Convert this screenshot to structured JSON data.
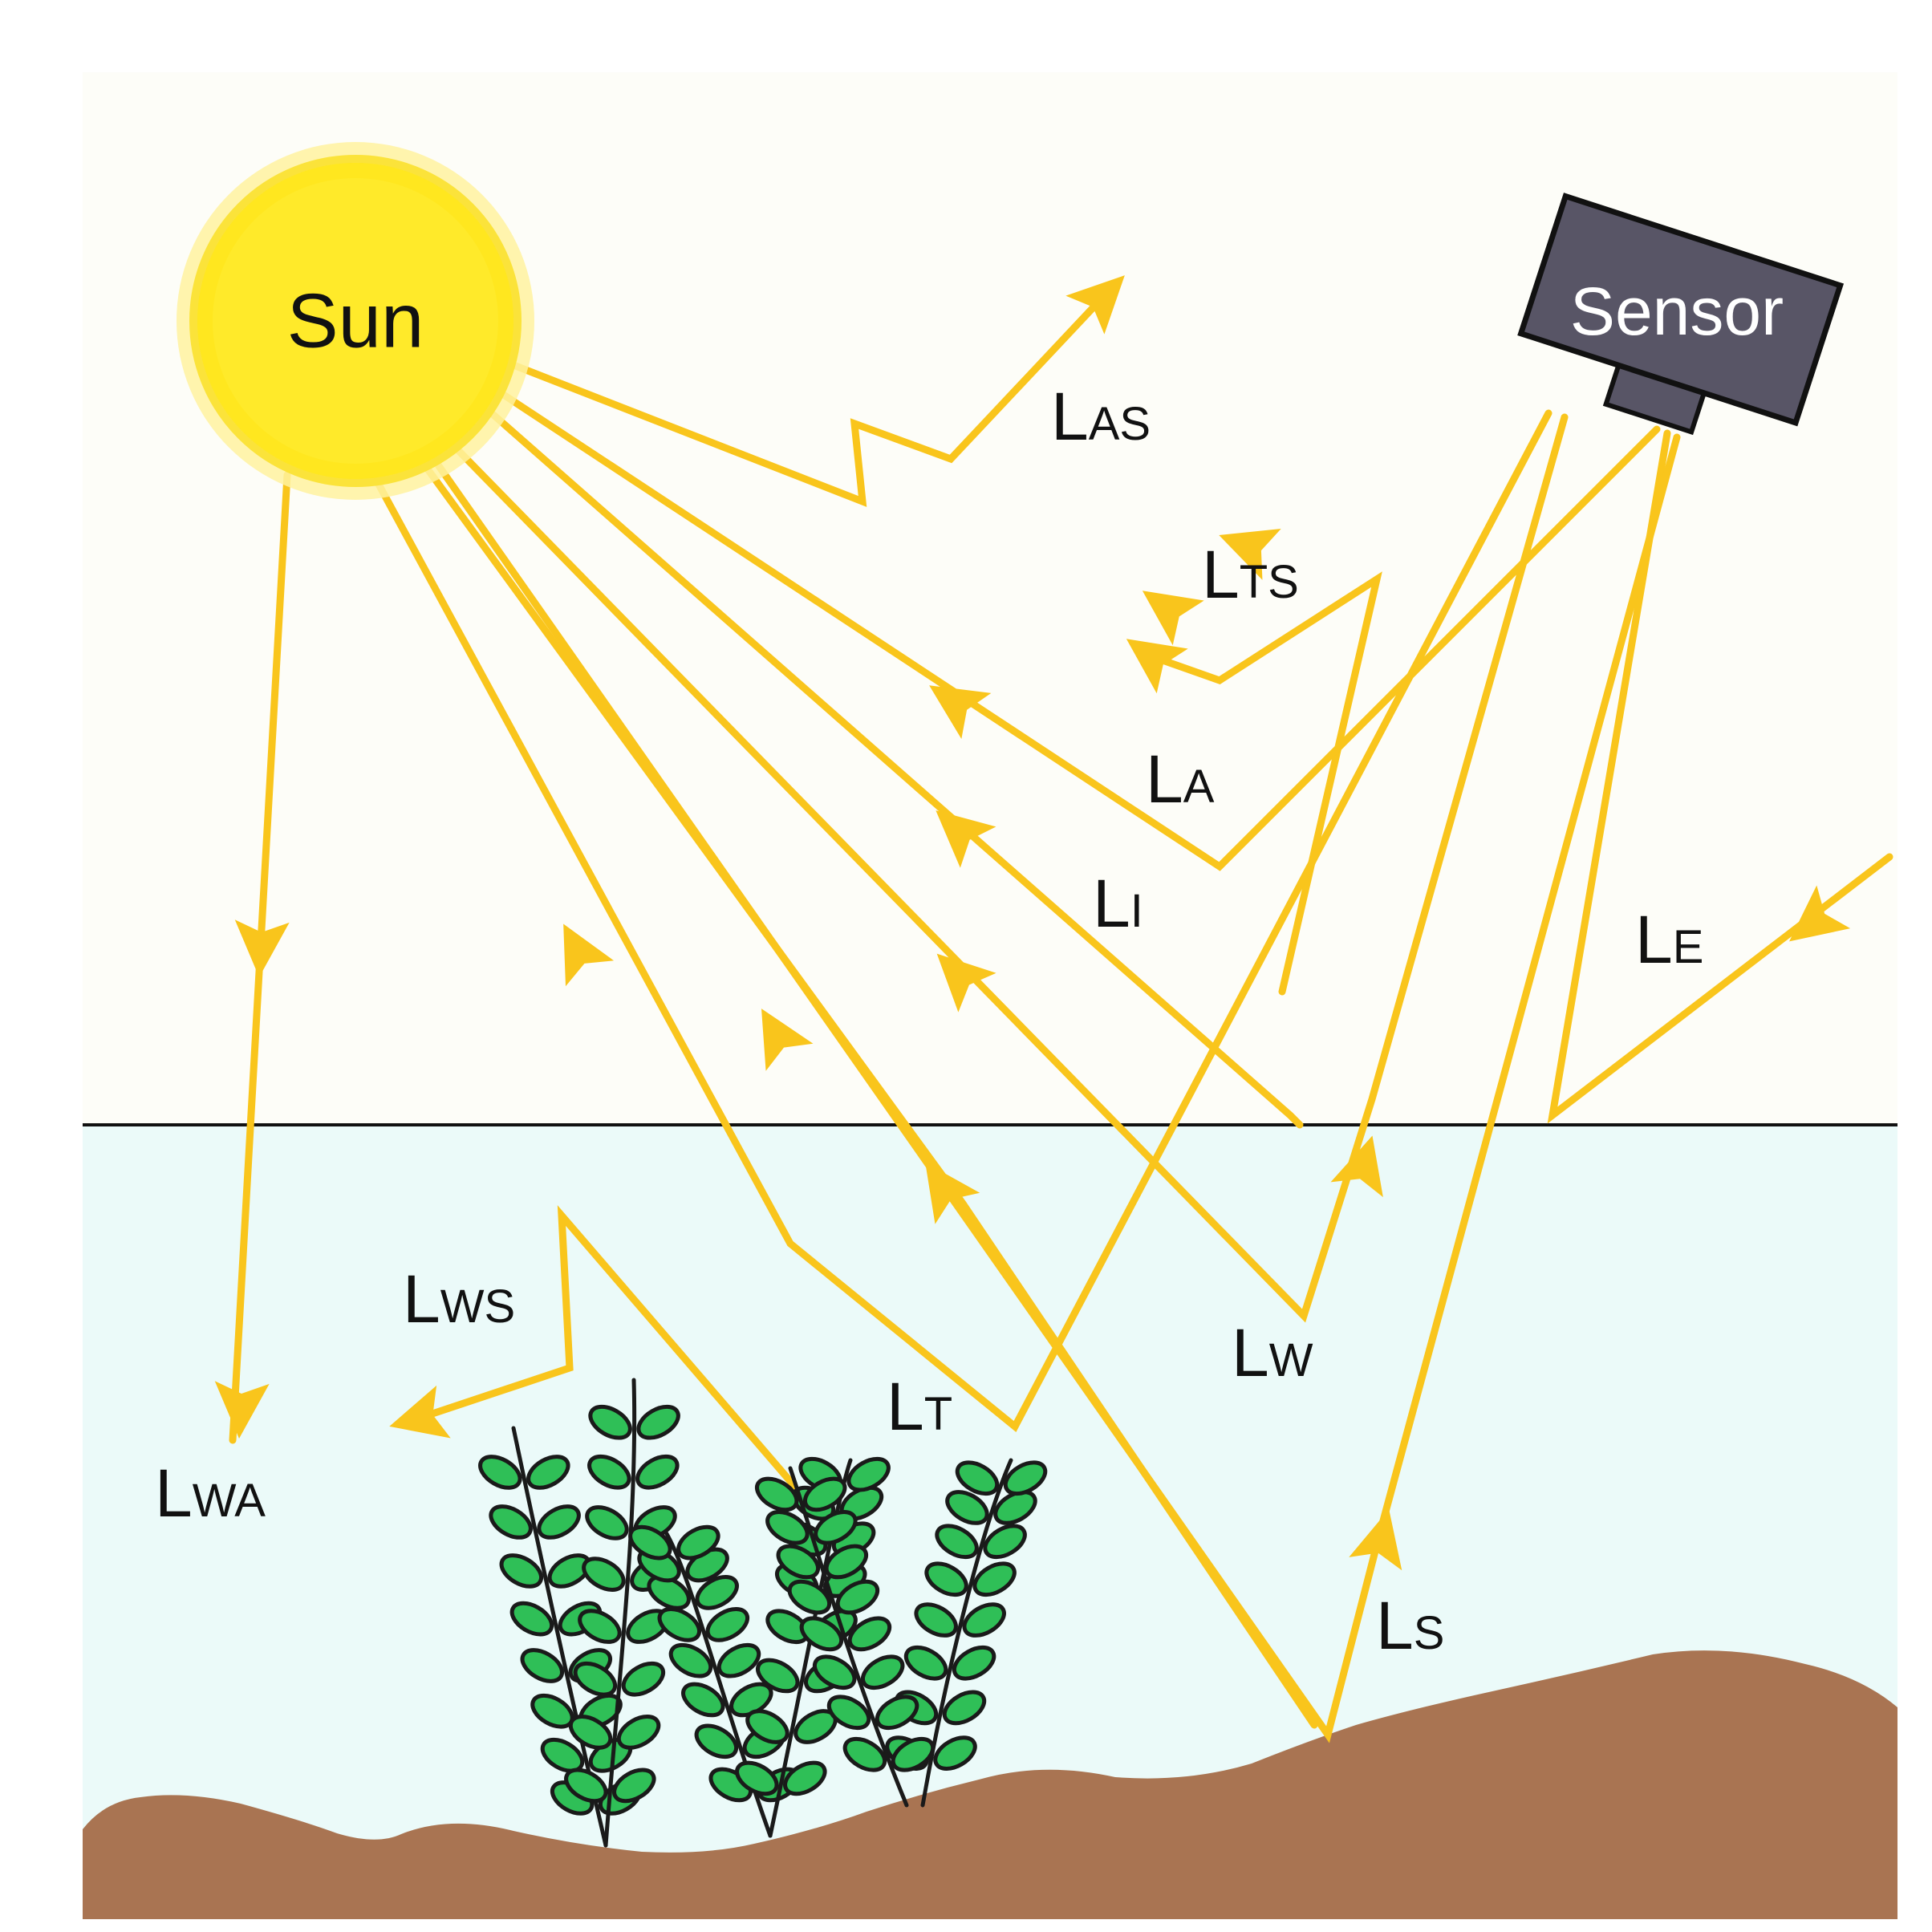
{
  "colors": {
    "sky": "#fdfdf8",
    "water": "#ebfaf9",
    "sediment": "#a97452",
    "ray": "#f9c51c",
    "sun_core": "#ffe71f",
    "sun_glow": "#fff2a0",
    "sensor_body": "#585566",
    "leaf": "#2fbf57",
    "stem": "#1a1a1a",
    "water_line": "#111111"
  },
  "objects": {
    "sun_label": "Sun",
    "sensor_label": "Sensor"
  },
  "labels": [
    {
      "id": "las",
      "main": "L",
      "sub": "AS"
    },
    {
      "id": "lts",
      "main": "L",
      "sub": "TS"
    },
    {
      "id": "la",
      "main": "L",
      "sub": "A"
    },
    {
      "id": "li",
      "main": "L",
      "sub": "I"
    },
    {
      "id": "le",
      "main": "L",
      "sub": "E"
    },
    {
      "id": "lws",
      "main": "L",
      "sub": "WS"
    },
    {
      "id": "lwa",
      "main": "L",
      "sub": "WA"
    },
    {
      "id": "lt",
      "main": "L",
      "sub": "T"
    },
    {
      "id": "lw",
      "main": "L",
      "sub": "W"
    },
    {
      "id": "ls",
      "main": "L",
      "sub": "S"
    }
  ],
  "icons": {
    "sun": "sun-icon",
    "sensor": "satellite-sensor-icon",
    "plants": "aquatic-plant-icon"
  }
}
